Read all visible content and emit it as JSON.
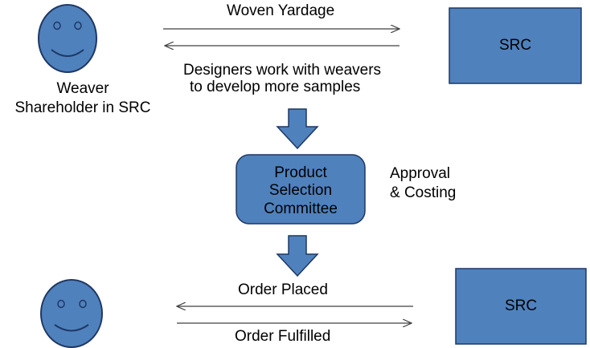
{
  "top": {
    "flow_label": "Woven Yardage",
    "note_line1": "Designers work with weavers",
    "note_line2": "to develop more samples",
    "weaver_line1": "Weaver",
    "weaver_line2": "Shareholder in SRC",
    "src_label": "SRC"
  },
  "middle": {
    "committee_line1": "Product",
    "committee_line2": "Selection",
    "committee_line3": "Committee",
    "side_line1": "Approval",
    "side_line2": "& Costing"
  },
  "bottom": {
    "order_placed": "Order Placed",
    "order_fulfilled": "Order Fulfilled",
    "src_label": "SRC"
  },
  "colors": {
    "fill": "#4f81bd",
    "stroke": "#1f3864",
    "arrow_line": "#404040"
  }
}
